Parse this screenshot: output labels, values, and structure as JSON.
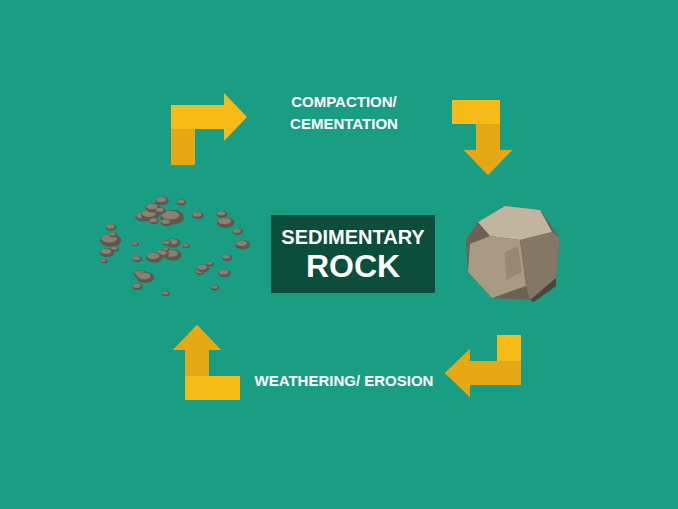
{
  "diagram": {
    "nodes": [
      {
        "text": [
          "SEDIMENTARY",
          "ROCK"
        ]
      }
    ],
    "labels": [
      "COMPACTION/ CEMENTATION",
      "WEATHERING/ EROSION"
    ]
  }
}
